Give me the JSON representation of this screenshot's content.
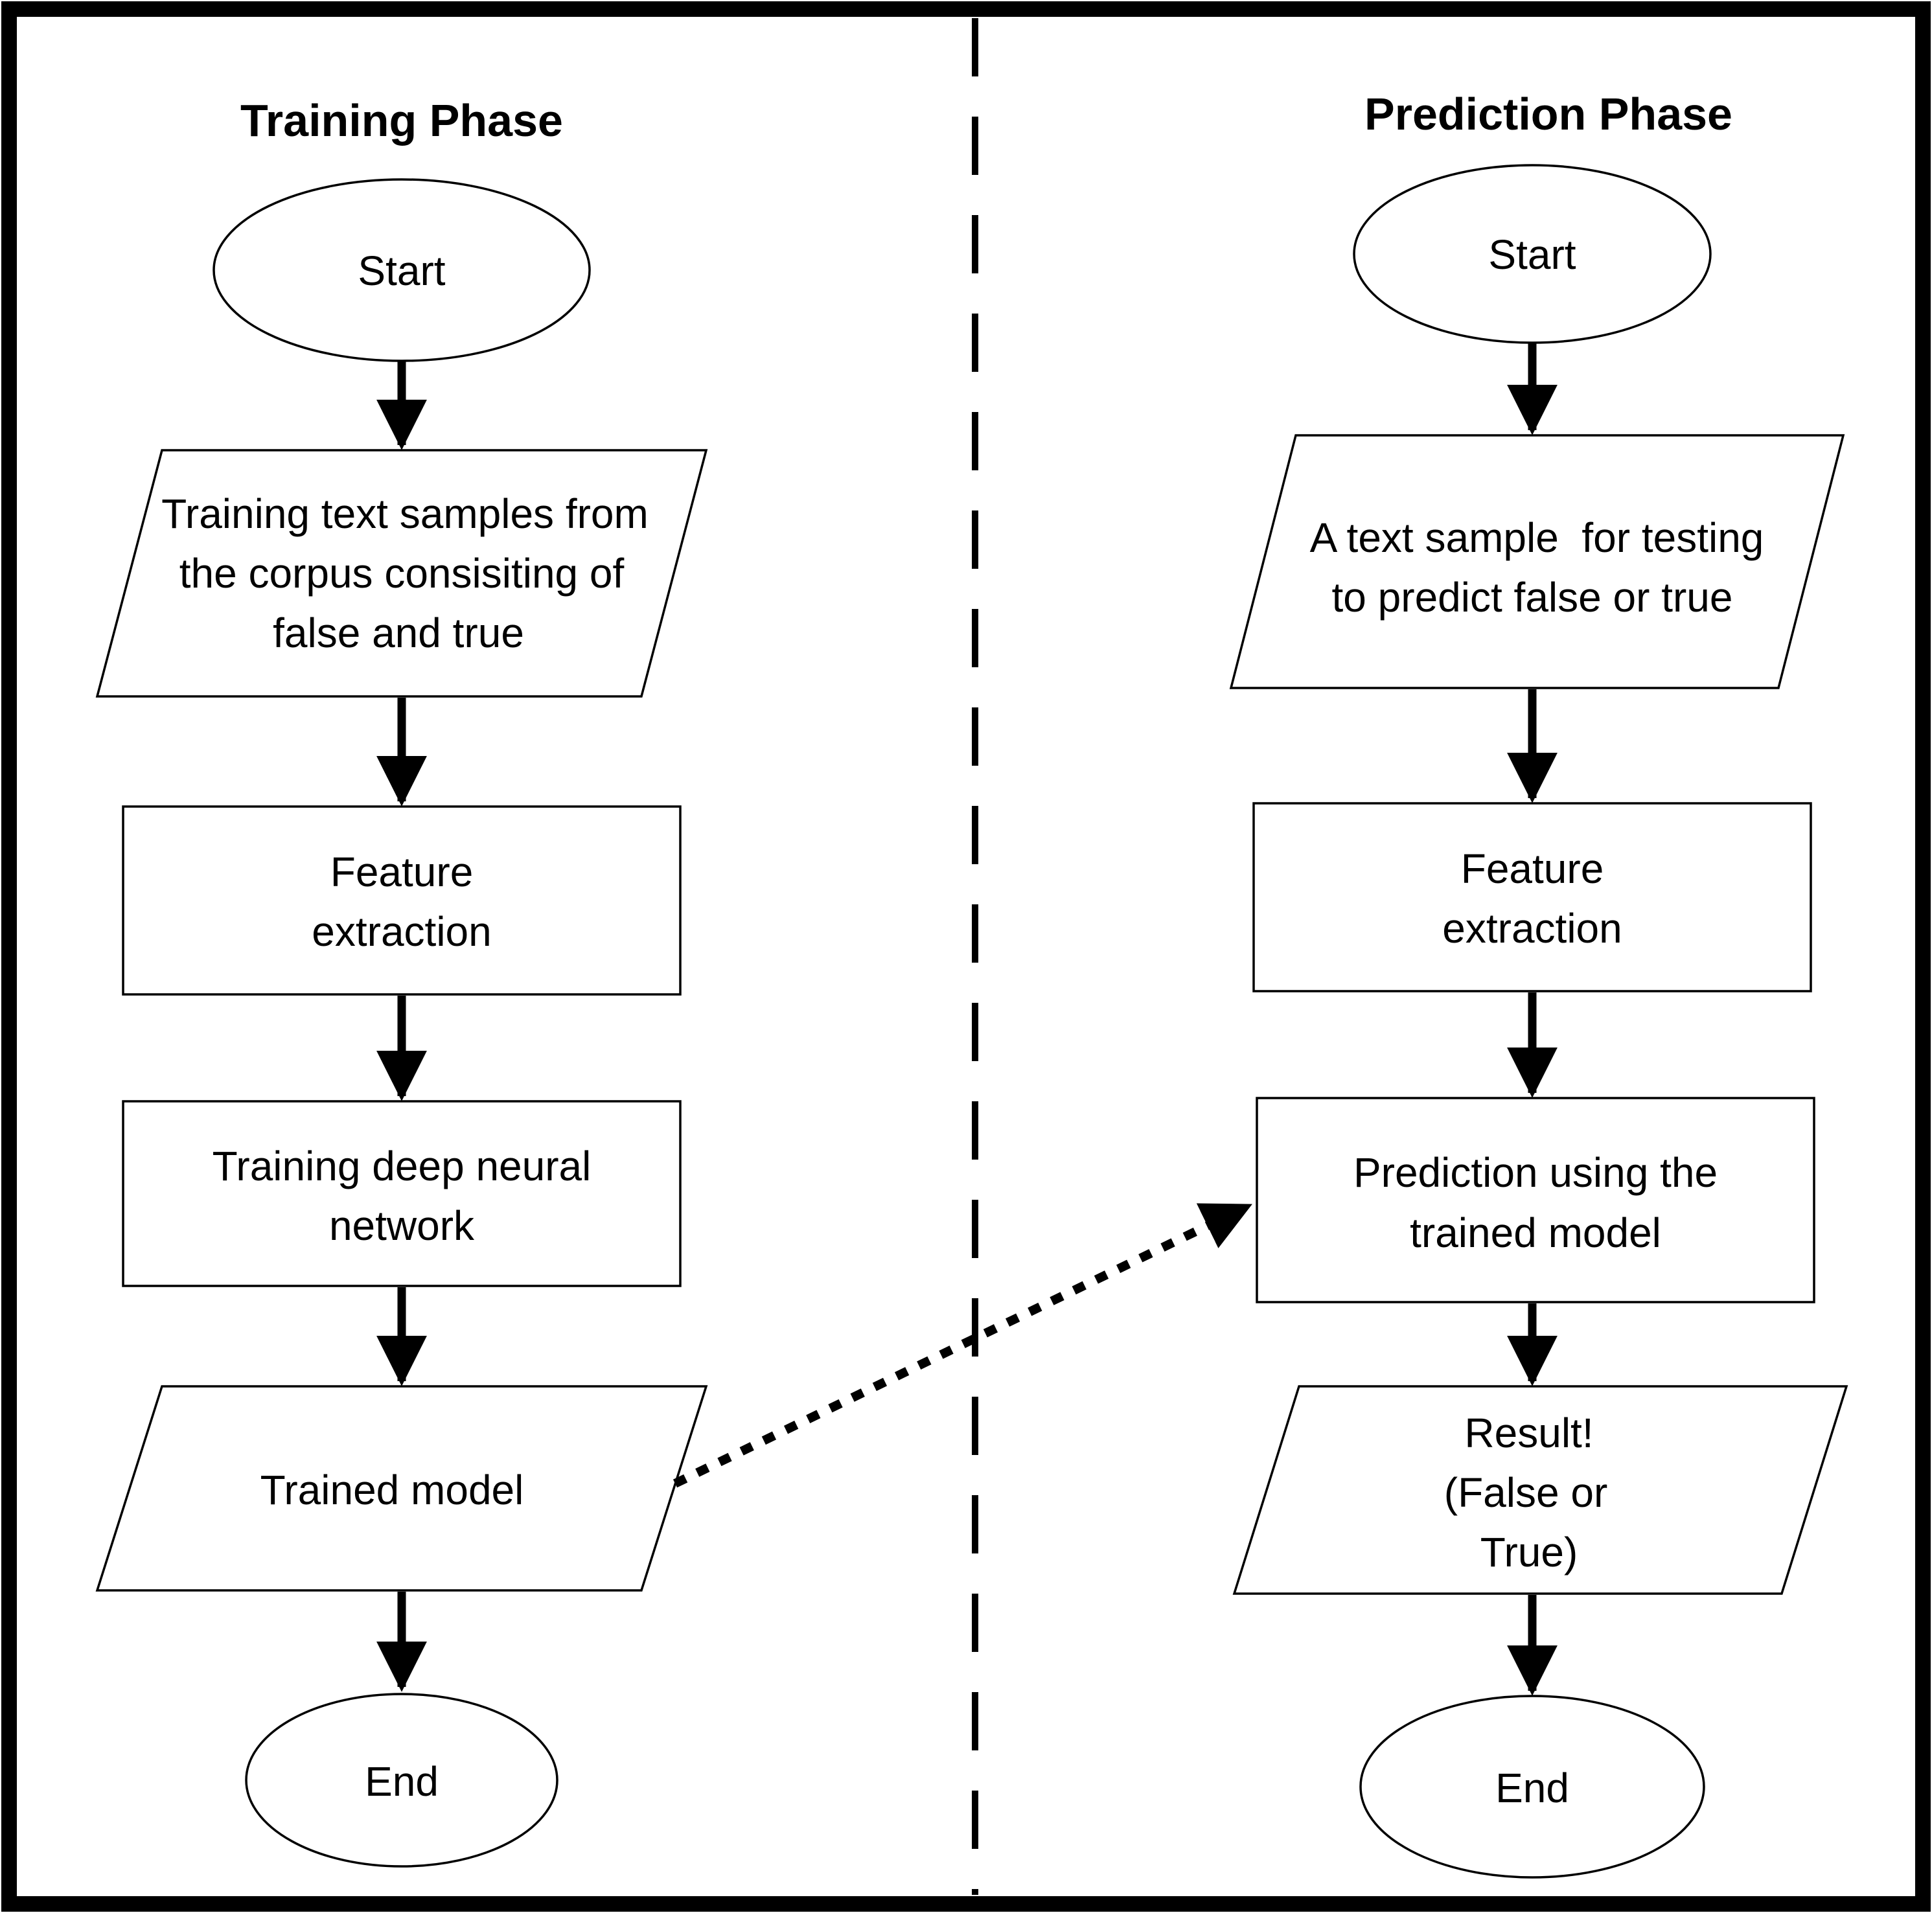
{
  "diagram": {
    "colors": {
      "ink": "#000000",
      "background": "#ffffff"
    },
    "left": {
      "title": "Training Phase",
      "start_label": "Start",
      "input_line1": "Training text samples from",
      "input_line2": "the corpus consisiting of",
      "input_line3": "false and true",
      "process1_line1": "Feature",
      "process1_line2": "extraction",
      "process2_line1": "Training deep neural",
      "process2_line2": "network",
      "output_label": "Trained model",
      "end_label": "End"
    },
    "right": {
      "title": "Prediction Phase",
      "start_label": "Start",
      "input_line1": "A text sample  for testing",
      "input_line2": "to predict false or true",
      "process1_line1": "Feature",
      "process1_line2": "extraction",
      "process2_line1": "Prediction using the",
      "process2_line2": "trained model",
      "output_line1": "Result!",
      "output_line2": "(False or",
      "output_line3": "True)",
      "end_label": "End"
    }
  }
}
